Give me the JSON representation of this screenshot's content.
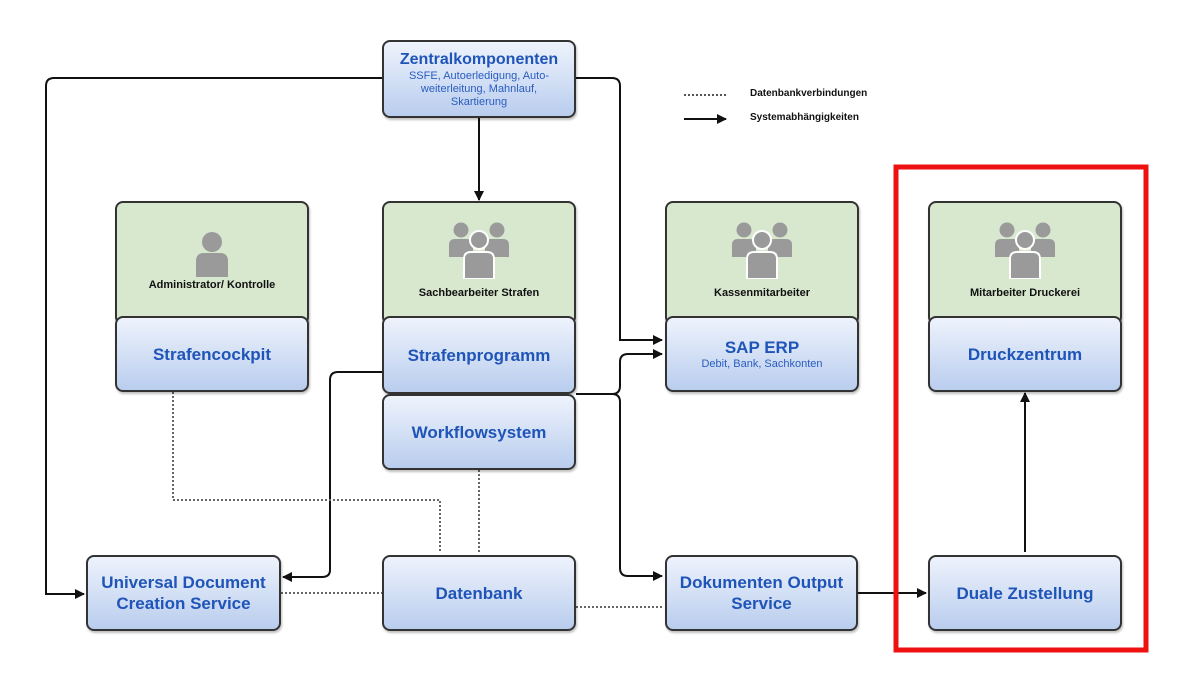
{
  "legend": {
    "db_connections": "Datenbankverbindungen",
    "dependencies": "Systemabhängigkeiten"
  },
  "nodes": {
    "zentral": {
      "title": "Zentralkomponenten",
      "sub": "SSFE,  Autoerledigung, Auto-weiterleitung,  Mahnlauf, Skartierung"
    },
    "admin": {
      "role": "Administrator/ Kontrolle",
      "system": "Strafencockpit"
    },
    "sach": {
      "role": "Sachbearbeiter Strafen",
      "system": "Strafenprogramm"
    },
    "workflow": {
      "title": "Workflowsystem"
    },
    "kasse": {
      "role": "Kassenmitarbeiter",
      "system": "SAP ERP",
      "sub": "Debit, Bank, Sachkonten"
    },
    "druck": {
      "role": "Mitarbeiter Druckerei",
      "system": "Druckzentrum"
    },
    "udcs": {
      "title": "Universal Document Creation Service"
    },
    "datenbank": {
      "title": "Datenbank"
    },
    "dos": {
      "title": "Dokumenten Output Service"
    },
    "duale": {
      "title": "Duale Zustellung"
    }
  },
  "highlight": {
    "color": "#ee1111"
  }
}
